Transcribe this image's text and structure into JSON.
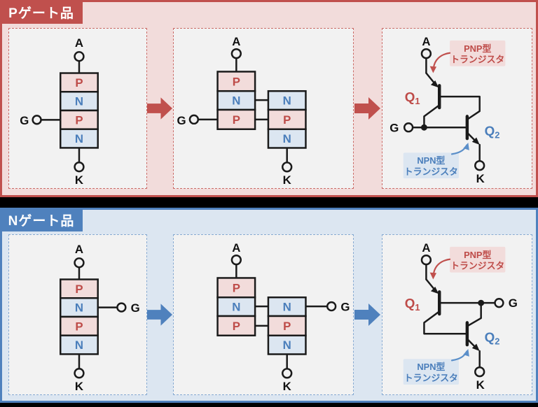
{
  "colors": {
    "page_bg": "#000000",
    "p_section_accent": "#C0504D",
    "p_section_fill": "#F2DCDB",
    "n_section_accent": "#4F81BD",
    "n_section_fill": "#DCE6F1",
    "panel_fill": "#F2F2F2",
    "p_layer_fill": "#F2DCDB",
    "n_layer_fill": "#DCE6F1",
    "p_letter_color": "#BE4B48",
    "n_letter_color": "#4A7EBB",
    "outline": "#1A1A1A"
  },
  "sections": [
    {
      "tab": "Pゲート品",
      "stack": {
        "anode": "A",
        "gate": "G",
        "cathode": "K",
        "layers": [
          "P",
          "N",
          "P",
          "N"
        ]
      },
      "split": {
        "anode": "A",
        "gate": "G",
        "cathode": "K",
        "left_layers": [
          "P",
          "N",
          "P"
        ],
        "right_layers": [
          "N",
          "P",
          "N"
        ]
      },
      "circuit": {
        "anode": "A",
        "gate": "G",
        "cathode": "K",
        "q1": "Q",
        "q1_sub": "1",
        "q2": "Q",
        "q2_sub": "2",
        "pnp_callout_line1": "PNP型",
        "pnp_callout_line2": "トランジスタ",
        "npn_callout_line1": "NPN型",
        "npn_callout_line2": "トランジスタ"
      }
    },
    {
      "tab": "Nゲート品",
      "stack": {
        "anode": "A",
        "gate": "G",
        "cathode": "K",
        "layers": [
          "P",
          "N",
          "P",
          "N"
        ]
      },
      "split": {
        "anode": "A",
        "gate": "G",
        "cathode": "K",
        "left_layers": [
          "P",
          "N",
          "P"
        ],
        "right_layers": [
          "N",
          "P",
          "N"
        ]
      },
      "circuit": {
        "anode": "A",
        "gate": "G",
        "cathode": "K",
        "q1": "Q",
        "q1_sub": "1",
        "q2": "Q",
        "q2_sub": "2",
        "pnp_callout_line1": "PNP型",
        "pnp_callout_line2": "トランジスタ",
        "npn_callout_line1": "NPN型",
        "npn_callout_line2": "トランジスタ"
      }
    }
  ]
}
